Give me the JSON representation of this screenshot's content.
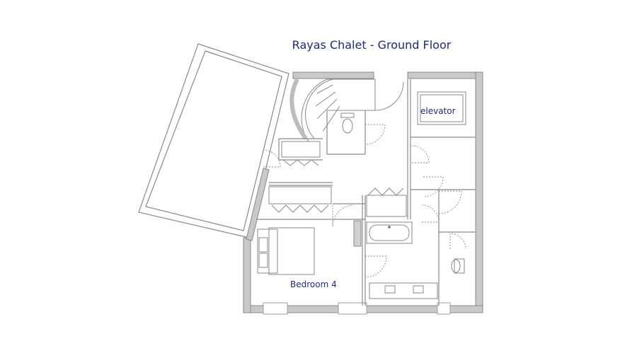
{
  "title": "Rayas Chalet - Ground Floor",
  "rooms": {
    "elevator": "elevator",
    "bedroom": "Bedroom 4"
  },
  "colors": {
    "title": "#1f2a78",
    "label": "#1f2a78",
    "wall": "#9a9a9a",
    "line": "#8a8a8a"
  }
}
